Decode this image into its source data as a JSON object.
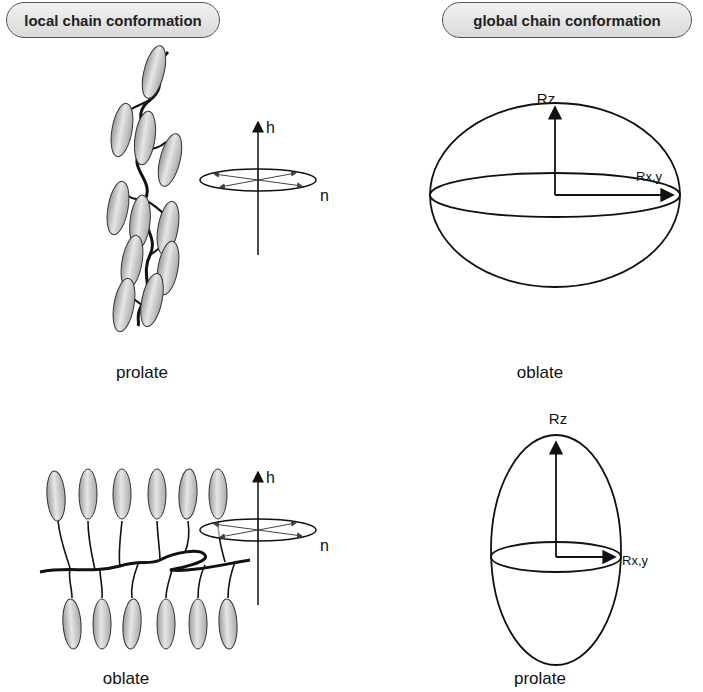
{
  "diagram": {
    "nodes": [
      {
        "text": [
          "local chain conformation"
        ]
      },
      {
        "text": [
          "global chain conformation"
        ]
      }
    ],
    "labels": [
      "h",
      "n",
      "Rz",
      "Rx,y",
      "prolate",
      "oblate",
      "h",
      "n",
      "Rz",
      "Rx,y",
      "oblate",
      "prolate"
    ]
  }
}
